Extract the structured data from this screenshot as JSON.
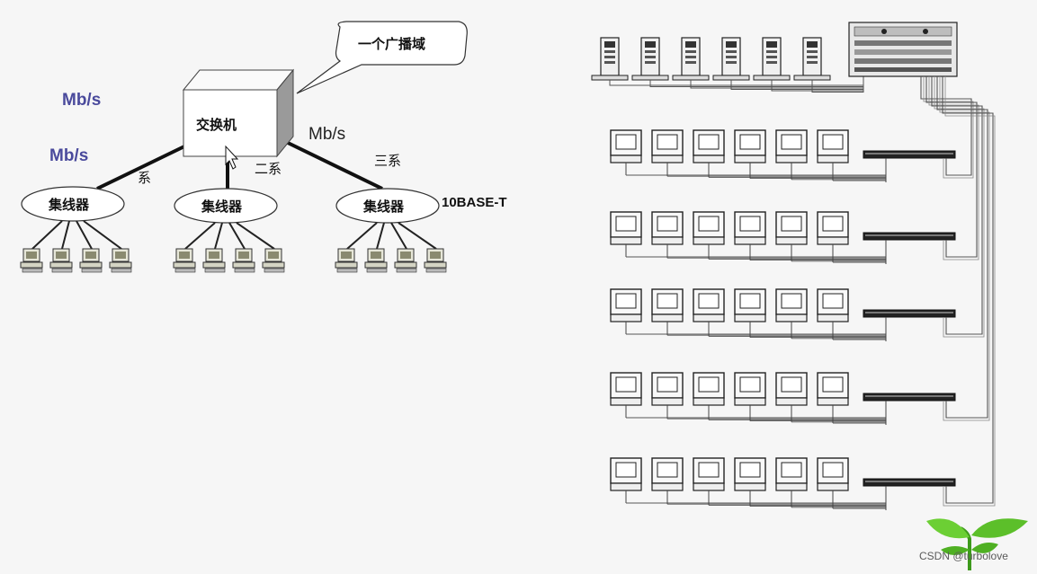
{
  "left_diagram": {
    "callout": "一个广播域",
    "switch_label": "交换机",
    "speed_label_top": "Mb/s",
    "speed_label_mid": "Mb/s",
    "speed_label_right": "Mb/s",
    "link_labels": [
      "系",
      "二系",
      "三系"
    ],
    "hub_label": "集线器",
    "hubs": [
      "集线器",
      "集线器",
      "集线器"
    ],
    "standard_label": "10BASE-T",
    "pcs_per_hub": 4
  },
  "right_diagram": {
    "servers_count": 6,
    "rows_count": 5,
    "pcs_per_row": 6
  },
  "watermark": "CSDN @turbolove",
  "colors": {
    "background": "#f6f6f6",
    "line": "#111111",
    "speed_text": "#4a4a9c",
    "leaf": "#5cbf2a"
  }
}
